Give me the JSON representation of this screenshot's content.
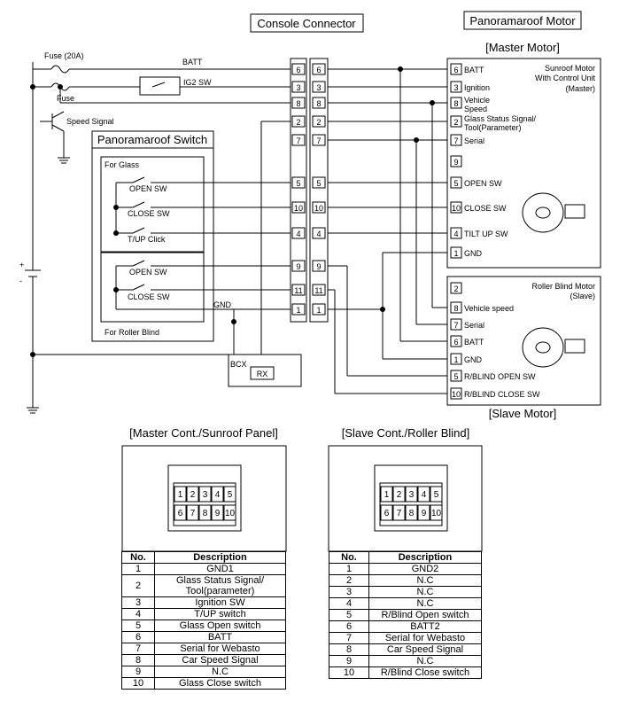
{
  "titles": {
    "console_connector": "Console Connector",
    "panoramaroof_motor": "Panoramaroof Motor",
    "master_motor": "[Master Motor]",
    "slave_motor": "[Slave Motor]",
    "panoramaroof_switch": "Panoramaroof Switch"
  },
  "power": {
    "fuse_20a": "Fuse (20A)",
    "batt": "BATT",
    "ig2_sw": "IG2 SW",
    "fuse": "Fuse",
    "speed_signal": "Speed Signal"
  },
  "switch_panel": {
    "for_glass": "For Glass",
    "open_sw": "OPEN SW",
    "close_sw": "CLOSE SW",
    "tup_click": "T/UP Click",
    "roller_open_sw": "OPEN SW",
    "roller_close_sw": "CLOSE SW",
    "for_roller_blind": "For Roller Blind",
    "gnd": "GND"
  },
  "connector_pins": [
    "6",
    "3",
    "8",
    "2",
    "7",
    "5",
    "10",
    "4",
    "9",
    "11",
    "1"
  ],
  "bcx": {
    "label": "BCX",
    "rx": "RX"
  },
  "master_motor": {
    "unit_lines": [
      "Sunroof Motor",
      "With Control Unit",
      "(Master)"
    ],
    "pins": [
      {
        "pin": "6",
        "label": "BATT"
      },
      {
        "pin": "3",
        "label": "Ignition"
      },
      {
        "pin": "8",
        "label": "Vehicle"
      },
      {
        "pin": "2",
        "label": "Glass Status Signal/"
      },
      {
        "pin": "7",
        "label": "Serial"
      },
      {
        "pin": "9",
        "label": ""
      },
      {
        "pin": "5",
        "label": "OPEN SW"
      },
      {
        "pin": "10",
        "label": "CLOSE SW"
      },
      {
        "pin": "4",
        "label": "TILT UP SW"
      },
      {
        "pin": "1",
        "label": "GND"
      }
    ],
    "pin8_line2": "Speed",
    "pin2_line2": "Tool(Parameter)"
  },
  "slave_motor": {
    "unit_lines": [
      "Roller Blind Motor",
      "(Slave)"
    ],
    "pins": [
      {
        "pin": "2",
        "label": ""
      },
      {
        "pin": "8",
        "label": "Vehicle speed"
      },
      {
        "pin": "7",
        "label": "Serial"
      },
      {
        "pin": "6",
        "label": "BATT"
      },
      {
        "pin": "1",
        "label": "GND"
      },
      {
        "pin": "5",
        "label": "R/BLIND OPEN SW"
      },
      {
        "pin": "10",
        "label": "R/BLIND CLOSE SW"
      }
    ]
  },
  "batt_symbol": {
    "plus": "+",
    "minus": "-"
  },
  "connector_face_pins": [
    "1",
    "2",
    "3",
    "4",
    "5",
    "6",
    "7",
    "8",
    "9",
    "10"
  ],
  "master_table": {
    "title": "[Master Cont./Sunroof Panel]",
    "headers": [
      "No.",
      "Description"
    ],
    "rows": [
      {
        "no": "1",
        "desc": "GND1"
      },
      {
        "no": "2",
        "desc": "Glass Status Signal/",
        "desc2": "Tool(parameter)"
      },
      {
        "no": "3",
        "desc": "Ignition SW"
      },
      {
        "no": "4",
        "desc": "T/UP switch"
      },
      {
        "no": "5",
        "desc": "Glass Open switch"
      },
      {
        "no": "6",
        "desc": "BATT"
      },
      {
        "no": "7",
        "desc": "Serial for Webasto"
      },
      {
        "no": "8",
        "desc": "Car Speed Signal"
      },
      {
        "no": "9",
        "desc": "N.C"
      },
      {
        "no": "10",
        "desc": "Glass Close switch"
      }
    ]
  },
  "slave_table": {
    "title": "[Slave Cont./Roller Blind]",
    "headers": [
      "No.",
      "Description"
    ],
    "rows": [
      {
        "no": "1",
        "desc": "GND2"
      },
      {
        "no": "2",
        "desc": "N.C"
      },
      {
        "no": "3",
        "desc": "N.C"
      },
      {
        "no": "4",
        "desc": "N.C"
      },
      {
        "no": "5",
        "desc": "R/Blind Open switch"
      },
      {
        "no": "6",
        "desc": "BATT2"
      },
      {
        "no": "7",
        "desc": "Serial for Webasto"
      },
      {
        "no": "8",
        "desc": "Car Speed Signal"
      },
      {
        "no": "9",
        "desc": "N.C"
      },
      {
        "no": "10",
        "desc": "R/Blind Close switch"
      }
    ]
  }
}
